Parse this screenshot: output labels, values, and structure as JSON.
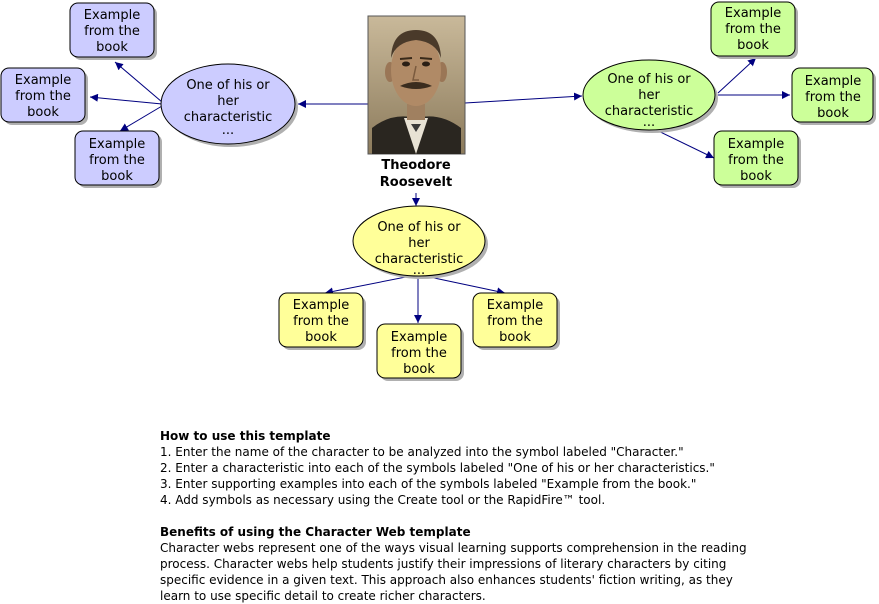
{
  "colors": {
    "purple_fill": "#ccccff",
    "green_fill": "#ccff99",
    "yellow_fill": "#ffff99",
    "stroke": "#000000",
    "arrow": "#000080",
    "shadow": "#b0b0b0",
    "photo_bg": "#8a7a5e"
  },
  "center": {
    "name_line1": "Theodore",
    "name_line2": "Roosevelt",
    "photo": "portrait-photo"
  },
  "clusters": [
    {
      "id": "left",
      "color": "purple",
      "characteristic": [
        "One of his or",
        "her",
        "characteristic",
        "..."
      ],
      "examples": [
        [
          "Example",
          "from the",
          "book"
        ],
        [
          "Example",
          "from the",
          "book"
        ],
        [
          "Example",
          "from the",
          "book"
        ]
      ]
    },
    {
      "id": "right",
      "color": "green",
      "characteristic": [
        "One of his or",
        "her",
        "characteristic",
        "..."
      ],
      "examples": [
        [
          "Example",
          "from the",
          "book"
        ],
        [
          "Example",
          "from the",
          "book"
        ],
        [
          "Example",
          "from the",
          "book"
        ]
      ]
    },
    {
      "id": "bottom",
      "color": "yellow",
      "characteristic": [
        "One of his or",
        "her",
        "characteristic",
        "..."
      ],
      "examples": [
        [
          "Example",
          "from the",
          "book"
        ],
        [
          "Example",
          "from the",
          "book"
        ],
        [
          "Example",
          "from the",
          "book"
        ]
      ]
    }
  ],
  "instructions": {
    "how_title": "How to use this template",
    "steps": [
      "1. Enter the name of the character to be analyzed into the symbol labeled \"Character.\"",
      "2. Enter a characteristic into each of the symbols labeled \"One of his or her characteristics.\"",
      "3. Enter supporting examples into each of the symbols labeled \"Example from the book.\"",
      "4. Add symbols as necessary using the Create tool or the RapidFire™ tool."
    ],
    "benefits_title": "Benefits of using the Character Web template",
    "benefits_lines": [
      "Character webs represent one of the ways visual learning supports comprehension in the reading",
      "process. Character webs help students justify their impressions of literary characters by citing",
      "specific evidence in a given text. This approach also enhances students' fiction writing, as they",
      "learn to use specific detail to create richer characters."
    ]
  }
}
